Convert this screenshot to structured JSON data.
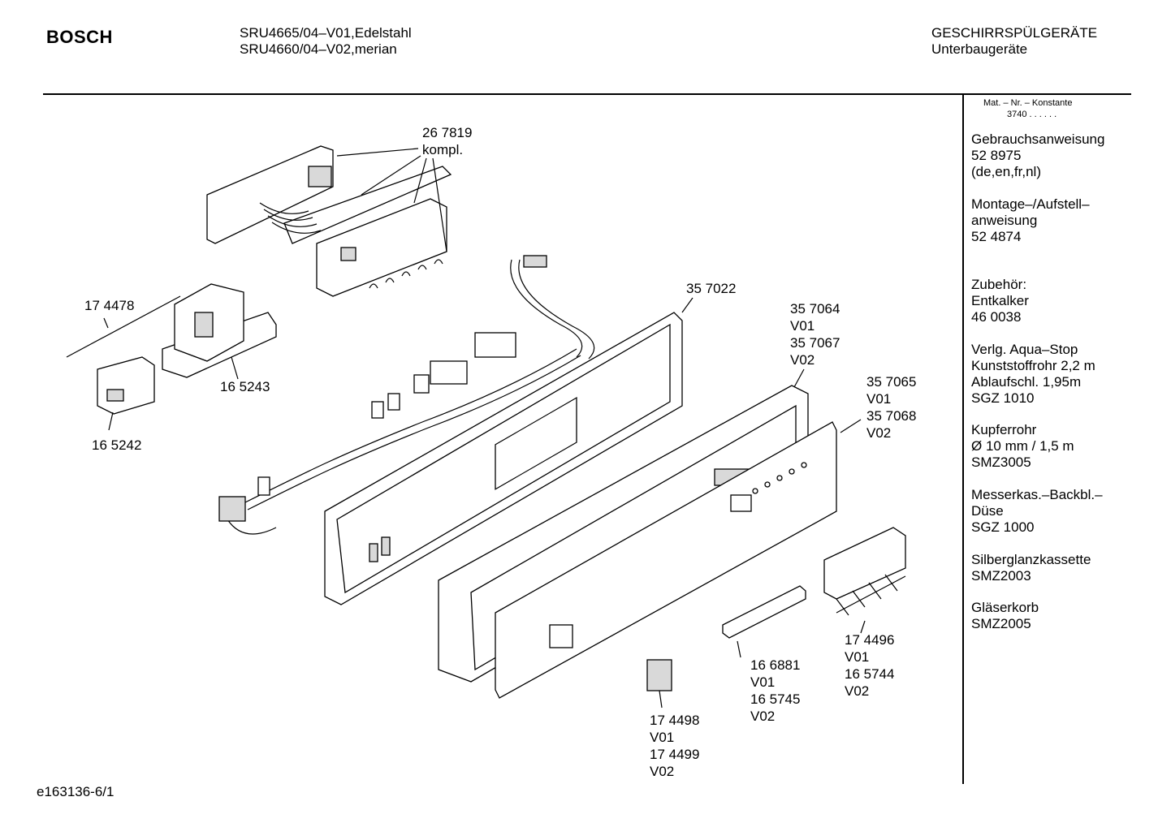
{
  "header": {
    "brand": "BOSCH",
    "model_line1": "SRU4665/04–V01,Edelstahl",
    "model_line2": "SRU4660/04–V02,merian",
    "category_line1": "GESCHIRRSPÜLGERÄTE",
    "category_line2": "Unterbaugeräte"
  },
  "sidebar": {
    "mat_header": "Mat. – Nr. – Konstante",
    "mat_value": "3740  .  .  .  .  .  .",
    "groups": [
      [
        "Gebrauchsanweisung",
        "52 8975",
        "(de,en,fr,nl)"
      ],
      [
        "Montage–/Aufstell–",
        "anweisung",
        "52 4874"
      ],
      [
        "Zubehör:",
        "Entkalker",
        "46 0038"
      ],
      [
        "Verlg. Aqua–Stop",
        "Kunststoffrohr 2,2 m",
        "Ablaufschl. 1,95m",
        "SGZ 1010"
      ],
      [
        "Kupferrohr",
        "Ø 10 mm / 1,5 m",
        "SMZ3005"
      ],
      [
        "Messerkas.–Backbl.–",
        "Düse",
        "SGZ 1000"
      ],
      [
        "Silberglanzkassette",
        "SMZ2003"
      ],
      [
        "Gläserkorb",
        "SMZ2005"
      ]
    ]
  },
  "parts": [
    [
      "26 7819",
      "kompl."
    ],
    [
      "17 4478"
    ],
    [
      "16 5243"
    ],
    [
      "16 5242"
    ],
    [
      "35 7022"
    ],
    [
      "35 7064",
      "V01",
      "35 7067",
      "V02"
    ],
    [
      "35 7065",
      "V01",
      "35 7068",
      "V02"
    ],
    [
      "17 4496",
      "V01",
      "16 5744",
      "V02"
    ],
    [
      "16 6881",
      "V01",
      "16 5745",
      "V02"
    ],
    [
      "17 4498",
      "V01",
      "17 4499",
      "V02"
    ]
  ],
  "footer": {
    "doc_id": "e163136-6/1"
  }
}
